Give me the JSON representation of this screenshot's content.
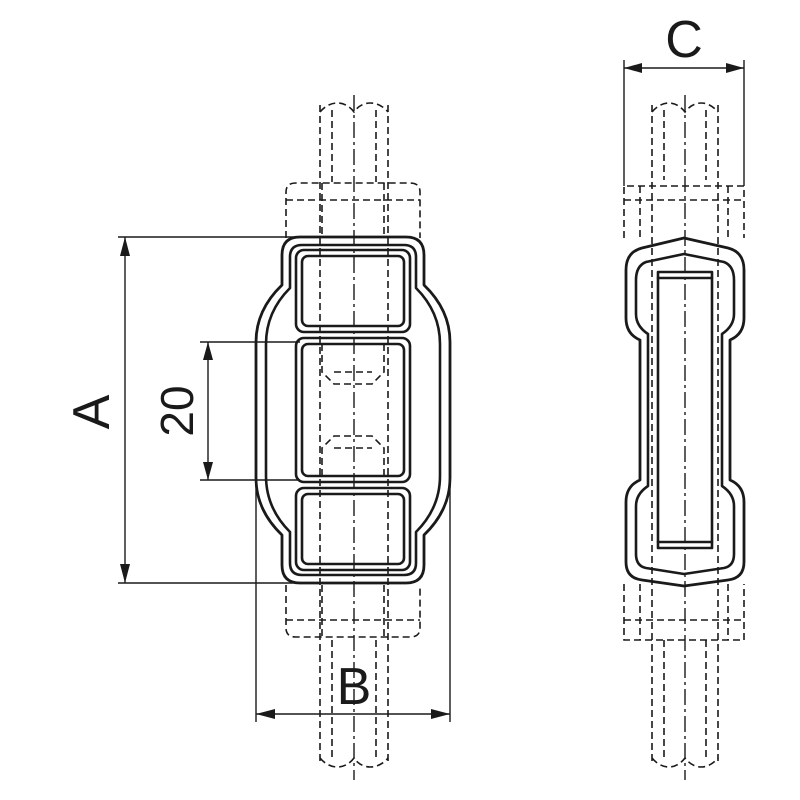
{
  "dimensions": {
    "a": "A",
    "b": "B",
    "c": "C",
    "spacing": "20"
  }
}
